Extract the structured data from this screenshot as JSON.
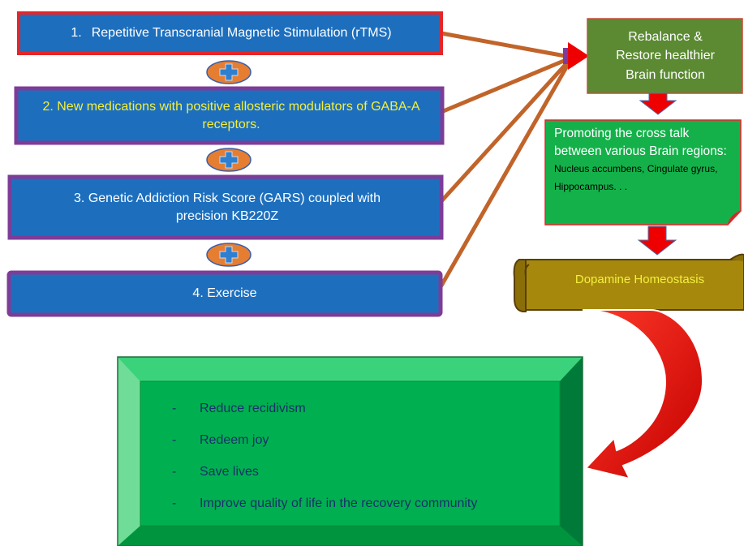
{
  "steps": [
    {
      "number": "1.",
      "text": "Repetitive Transcranial Magnetic Stimulation (rTMS)"
    },
    {
      "number": "2.",
      "text": "New medications with positive allosteric modulators of GABA-A receptors."
    },
    {
      "number": "3.",
      "text": "Genetic Addiction Risk Score (GARS) coupled with precision KB220Z"
    },
    {
      "number": "4.",
      "text": "Exercise"
    }
  ],
  "connector_icon": "plus-icon",
  "rebalance": {
    "text": "Rebalance & Restore healthier Brain function"
  },
  "crosstalk": {
    "lead": "Promoting the cross talk between various Brain regions:",
    "regions": "Nucleus accumbens, Cingulate gyrus, Hippocampus. . ."
  },
  "homeostasis": {
    "text": "Dopamine Homeostasis"
  },
  "outcomes": {
    "bullet": "-",
    "items": [
      "Reduce recidivism",
      "Redeem joy",
      "Save lives",
      "Improve quality of life in the recovery community"
    ]
  },
  "colors": {
    "step_fill": "#1d6fbe",
    "step1_border": "#e3262a",
    "step_border": "#7d3c98",
    "connector_fill": "#e67e32",
    "connector_icon": "#2f7fd0",
    "line": "#c1642a",
    "rebalance_fill": "#5b8a32",
    "crosstalk_fill": "#14b14a",
    "homeostasis_fill": "#a6890c",
    "homeostasis_text": "#f4ef3c",
    "outcome_face": "#00b050",
    "arrow_red": "#ee0000",
    "outcome_text": "#1a2f6b"
  }
}
